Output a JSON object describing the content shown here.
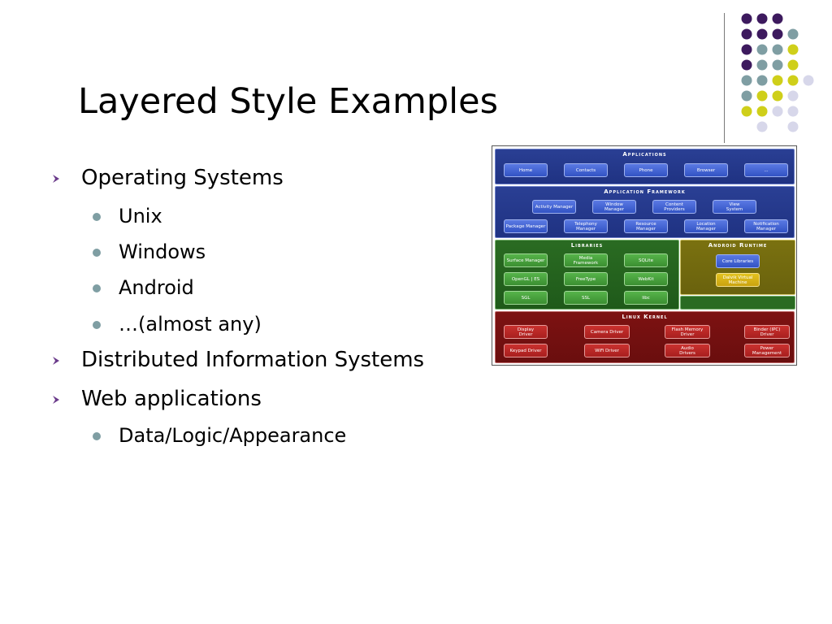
{
  "slide": {
    "title": "Layered Style Examples",
    "bullets": [
      {
        "text": "Operating Systems",
        "children": [
          "Unix",
          "Windows",
          "Android",
          "…(almost any)"
        ]
      },
      {
        "text": "Distributed Information Systems",
        "children": []
      },
      {
        "text": "Web applications",
        "children": [
          "Data/Logic/Appearance"
        ]
      }
    ]
  },
  "colors": {
    "purple": "#3d1a5e",
    "teal": "#7f9ea3",
    "yellow": "#cfcf1a",
    "lavender": "#d7d7ea",
    "bullet_arrow": "#6a3a8a",
    "bullet_dot": "#7f9ea3"
  },
  "icons": {
    "level1_bullet": "chevron-arrow-icon",
    "level2_bullet": "dot-icon"
  },
  "diagram": {
    "applications": {
      "title": "Applications",
      "items": [
        "Home",
        "Contacts",
        "Phone",
        "Browser",
        "..."
      ]
    },
    "framework": {
      "title": "Application Framework",
      "row1": [
        "Activity Manager",
        "Window\nManager",
        "Content\nProviders",
        "View\nSystem"
      ],
      "row2": [
        "Package Manager",
        "Telephony\nManager",
        "Resource\nManager",
        "Location\nManager",
        "Notification\nManager"
      ]
    },
    "libraries": {
      "title": "Libraries",
      "items": [
        "Surface Manager",
        "Media\nFramework",
        "SQLite",
        "OpenGL | ES",
        "FreeType",
        "WebKit",
        "SGL",
        "SSL",
        "libc"
      ]
    },
    "runtime": {
      "title": "Android Runtime",
      "items": [
        "Core Libraries",
        "Dalvik Virtual\nMachine"
      ]
    },
    "kernel": {
      "title": "Linux Kernel",
      "items": [
        "Display\nDriver",
        "Camera Driver",
        "Flash Memory\nDriver",
        "Binder (IPC)\nDriver",
        "Keypad Driver",
        "WiFi Driver",
        "Audio\nDrivers",
        "Power\nManagement"
      ]
    }
  }
}
